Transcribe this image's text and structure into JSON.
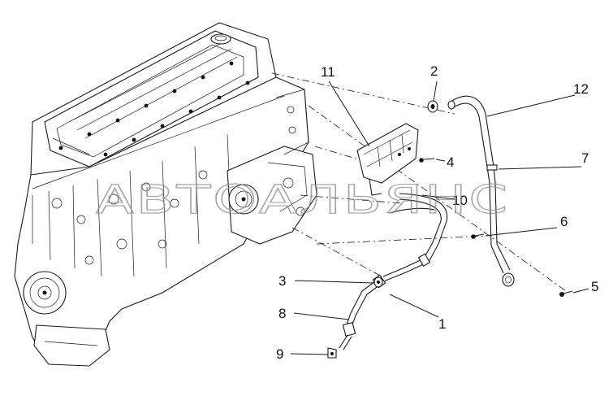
{
  "callouts": {
    "c1": "1",
    "c2": "2",
    "c3": "3",
    "c4": "4",
    "c5": "5",
    "c6": "6",
    "c7": "7",
    "c8": "8",
    "c9": "9",
    "c10": "10",
    "c11": "11",
    "c12": "12"
  },
  "watermark": "АВТОАЛЬЯНС"
}
